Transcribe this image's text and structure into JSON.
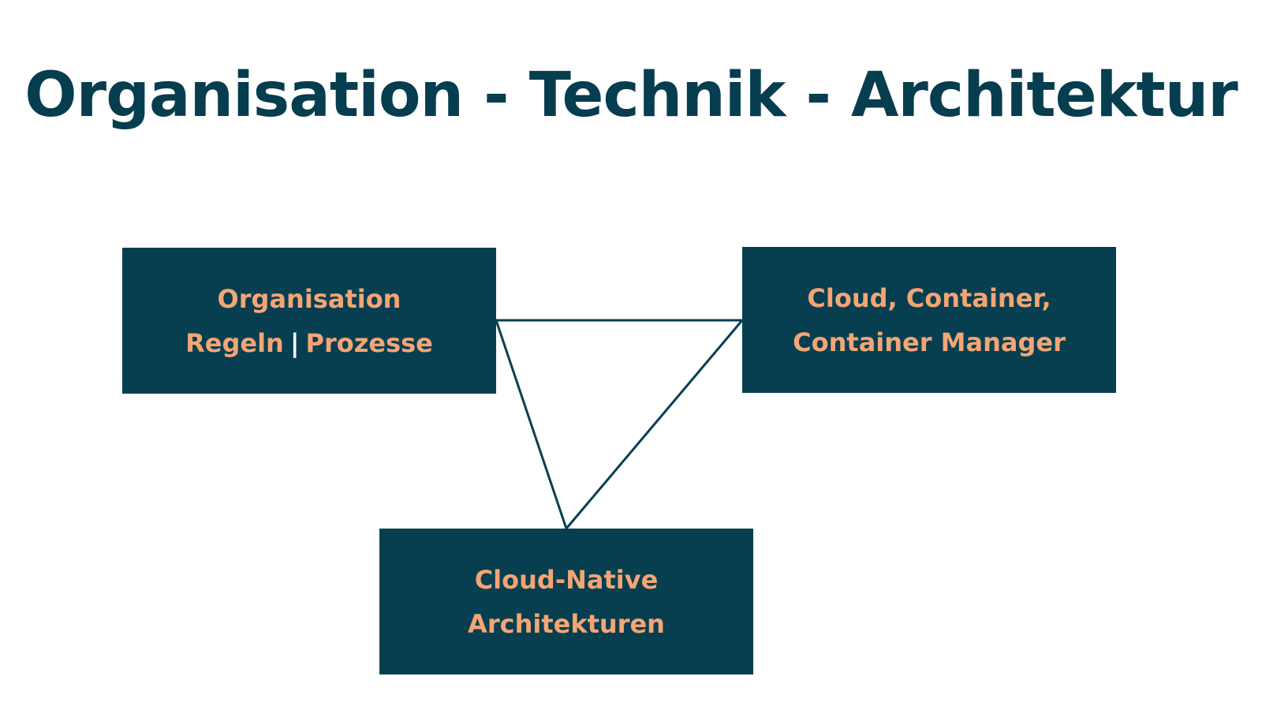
{
  "title": "Organisation - Technik - Architektur",
  "colors": {
    "box_background": "#073f51",
    "box_text": "#f4a574",
    "title": "#063d4f",
    "separator": "#ffffff",
    "connector": "#073f51"
  },
  "nodes": {
    "organisation": {
      "line1": "Organisation",
      "line2_left": "Regeln",
      "line2_separator": "|",
      "line2_right": "Prozesse"
    },
    "technik": {
      "line1": "Cloud, Container,",
      "line2": "Container Manager"
    },
    "architektur": {
      "line1": "Cloud-Native",
      "line2": "Architekturen"
    }
  },
  "edges": [
    {
      "from": "organisation",
      "to": "technik"
    },
    {
      "from": "organisation",
      "to": "architektur"
    },
    {
      "from": "technik",
      "to": "architektur"
    }
  ]
}
